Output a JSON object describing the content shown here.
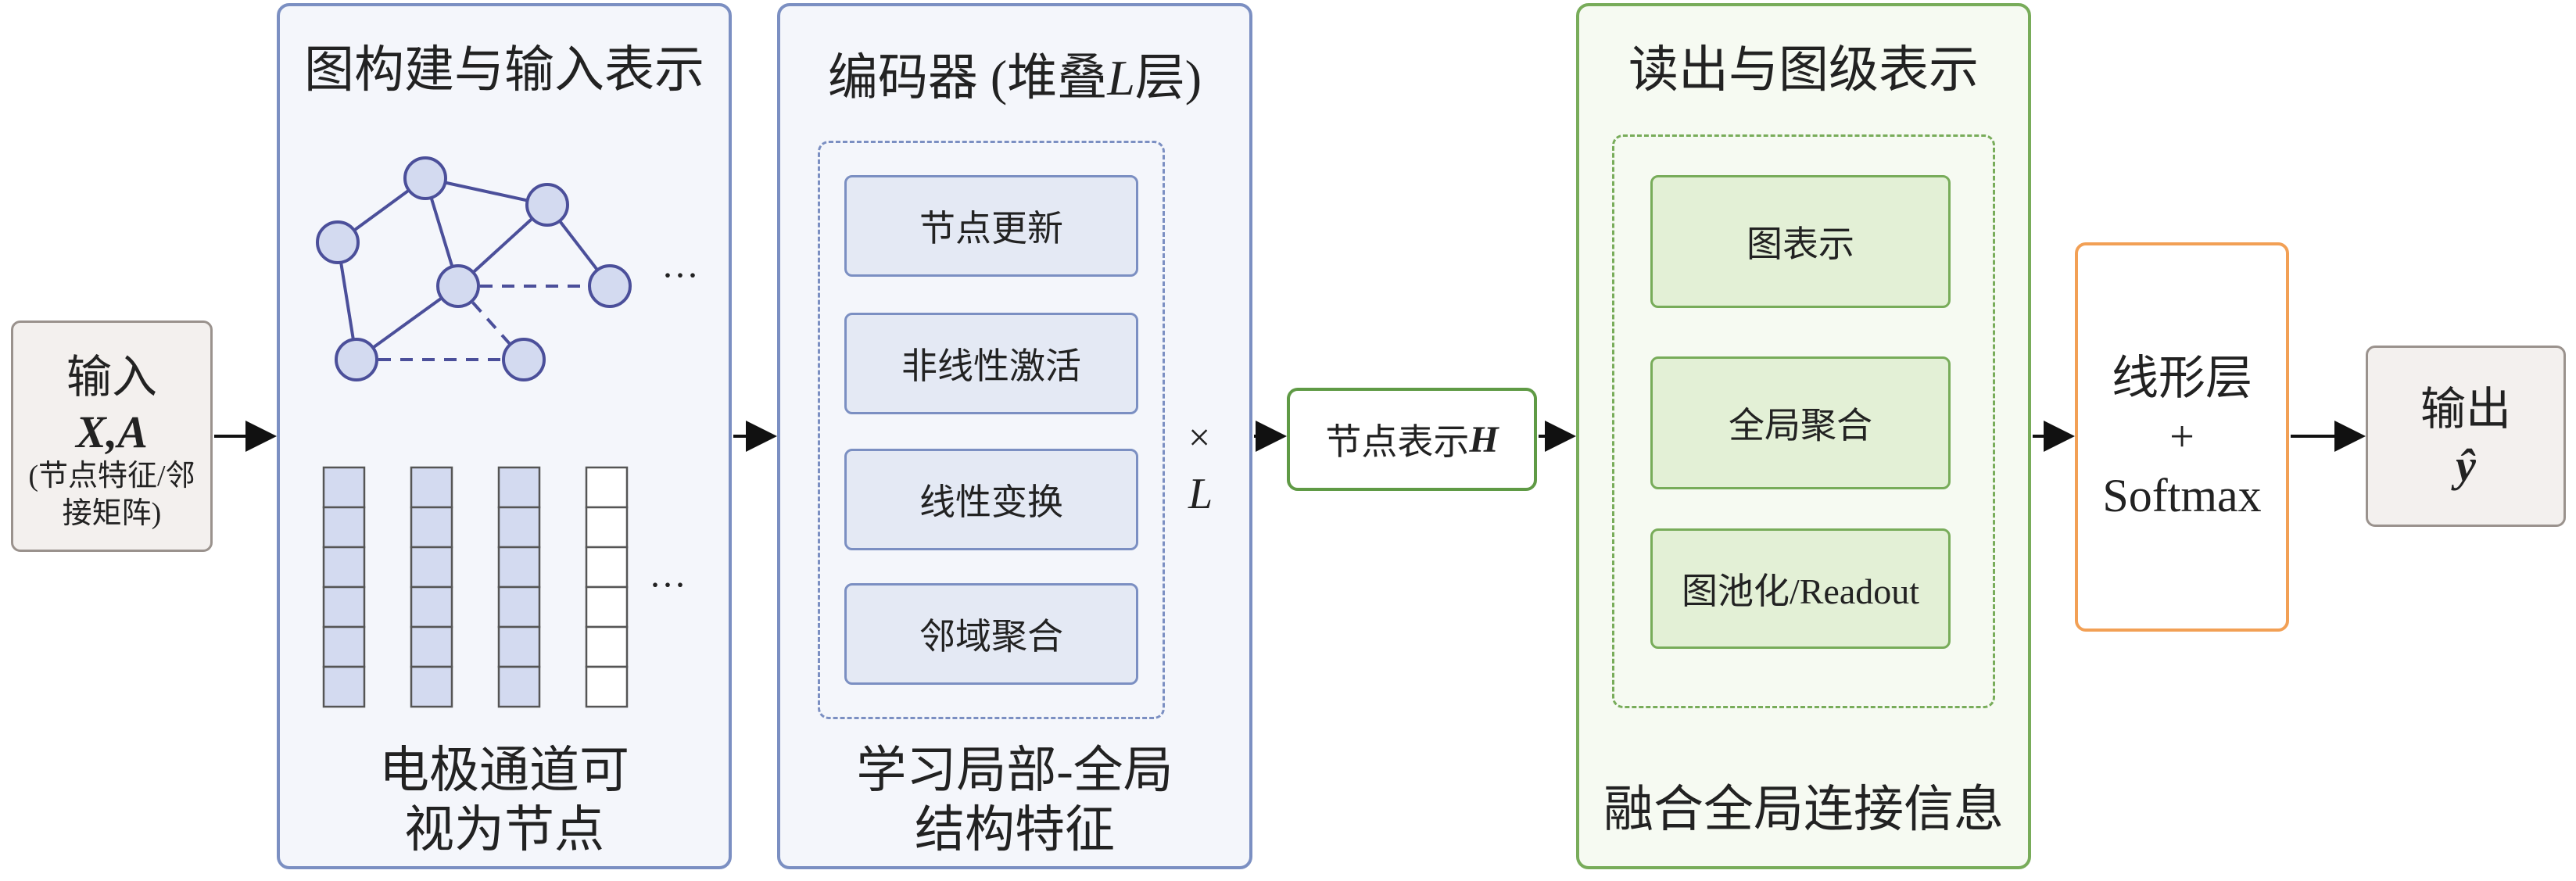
{
  "input": {
    "label": "输入",
    "symbols": "X,A",
    "note": "(节点特征/邻接矩阵)"
  },
  "stage1": {
    "title": "图构建与输入表示",
    "ellipsis_graph": "···",
    "ellipsis_matrix": "···",
    "caption_line1": "电极通道可",
    "caption_line2": "视为节点"
  },
  "encoder": {
    "title_prefix": "编码器 (堆叠",
    "title_var": "L",
    "title_suffix": "层)",
    "items": [
      "节点更新",
      "非线性激活",
      "线性变换",
      "邻域聚合"
    ],
    "times": "×",
    "times_var": "L",
    "caption_line1": "学习局部-全局",
    "caption_line2": "结构特征"
  },
  "node_repr": {
    "label": "节点表示",
    "var": "H"
  },
  "readout": {
    "title": "读出与图级表示",
    "items": [
      "图表示",
      "全局聚合",
      "图池化/Readout"
    ],
    "caption": "融合全局连接信息"
  },
  "linear": {
    "line1": "线形层",
    "line2": "+",
    "line3": "Softmax"
  },
  "output": {
    "label": "输出",
    "var": "ŷ"
  },
  "colors": {
    "blue_border": "#7b8fc2",
    "blue_fill": "#e4e9f4",
    "green_border": "#78ac5a",
    "green_fill": "#e3f0d6",
    "orange_border": "#f2a055",
    "gray_border": "#9a928d"
  }
}
